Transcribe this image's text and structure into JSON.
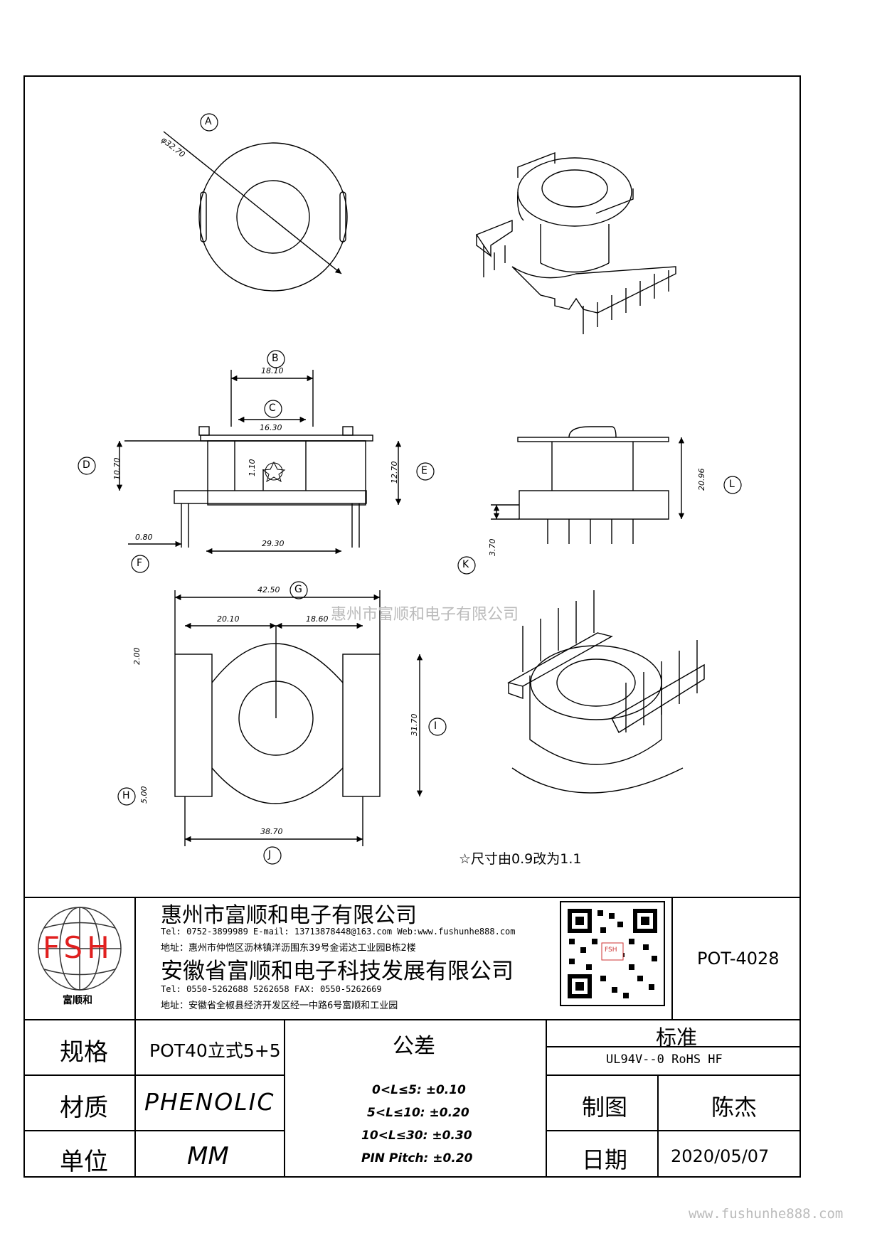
{
  "drawing": {
    "callouts": [
      "A",
      "B",
      "C",
      "D",
      "E",
      "F",
      "G",
      "H",
      "I",
      "J",
      "K",
      "L"
    ],
    "dimensions": {
      "A": "φ32.70",
      "B": "18.10",
      "C": "16.30",
      "D": "10.70",
      "E": "12.70",
      "F": "0.80",
      "pin_offset": "1.10",
      "base_width": "29.30",
      "G": "42.50",
      "left_half": "20.10",
      "right_half": "18.60",
      "pin_dim": "2.00",
      "H": "5.00",
      "I": "31.70",
      "J": "38.70",
      "K": "3.70",
      "L": "20.96"
    },
    "note": "☆尺寸由0.9改为1.1",
    "watermark_center": "惠州市富顺和电子有限公司",
    "watermark_footer": "www.fushunhe888.com"
  },
  "title_block": {
    "logo": {
      "letters": "FSH",
      "caption": "富顺和"
    },
    "company1": {
      "name": "惠州市富顺和电子有限公司",
      "contact": "Tel:  0752-3899989  E-mail: 13713878448@163.com Web:www.fushunhe888.com",
      "address": "地址：惠州市仲恺区沥林镇洋沥围东39号金诺达工业园B栋2楼"
    },
    "company2": {
      "name": "安徽省富顺和电子科技发展有限公司",
      "contact": "Tel:  0550-5262688  5262658    FAX: 0550-5262669",
      "address": "地址：安徽省全椒县经济开发区经一中路6号富顺和工业园"
    },
    "qr_logo": "FSH",
    "part_number": "POT-4028",
    "spec_label": "规格",
    "spec_value": "POT40立式5+5",
    "material_label": "材质",
    "material_value": "PHENOLIC",
    "unit_label": "单位",
    "unit_value": "MM",
    "tolerance_label": "公差",
    "tolerances": [
      "0<L≤5: ±0.10",
      "5<L≤10: ±0.20",
      "10<L≤30: ±0.30",
      "PIN Pitch: ±0.20"
    ],
    "standard_label": "标准",
    "standard_value": "UL94V--0  RoHS HF",
    "drawn_label": "制图",
    "drawn_value": "陈杰",
    "date_label": "日期",
    "date_value": "2020/05/07"
  }
}
